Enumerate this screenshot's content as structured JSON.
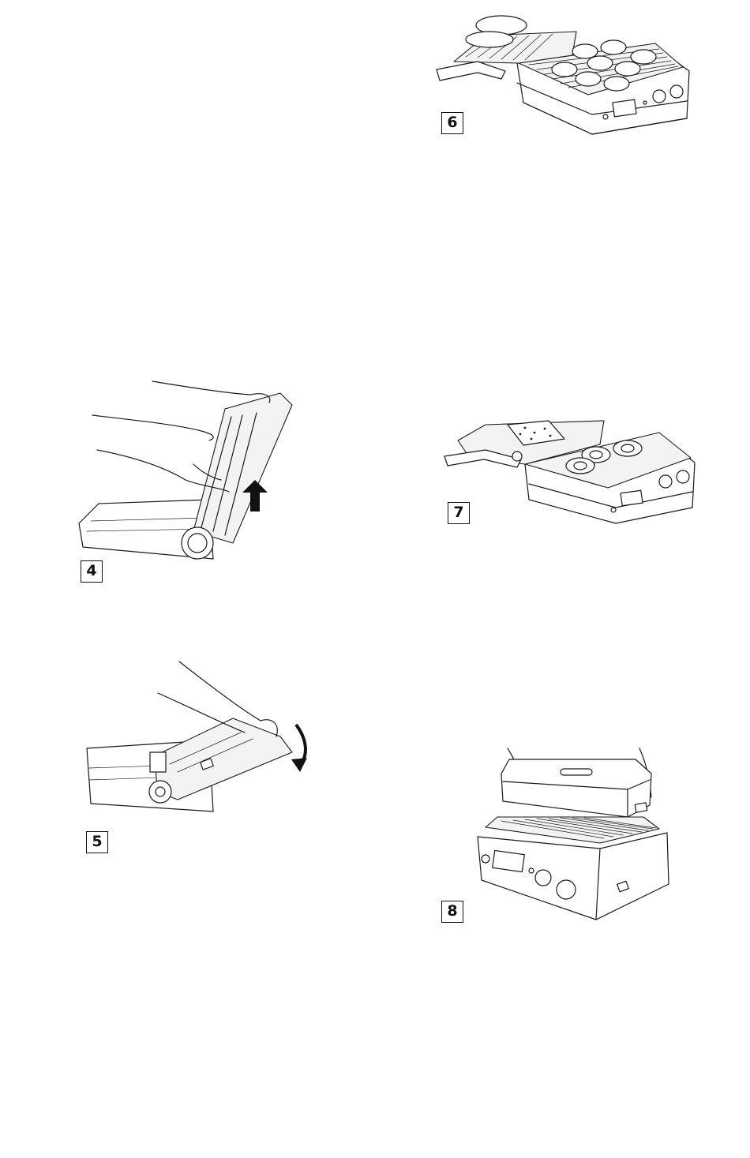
{
  "figures": [
    {
      "id": "4",
      "label": "4"
    },
    {
      "id": "5",
      "label": "5"
    },
    {
      "id": "6",
      "label": "6"
    },
    {
      "id": "7",
      "label": "7"
    },
    {
      "id": "8",
      "label": "8"
    }
  ]
}
